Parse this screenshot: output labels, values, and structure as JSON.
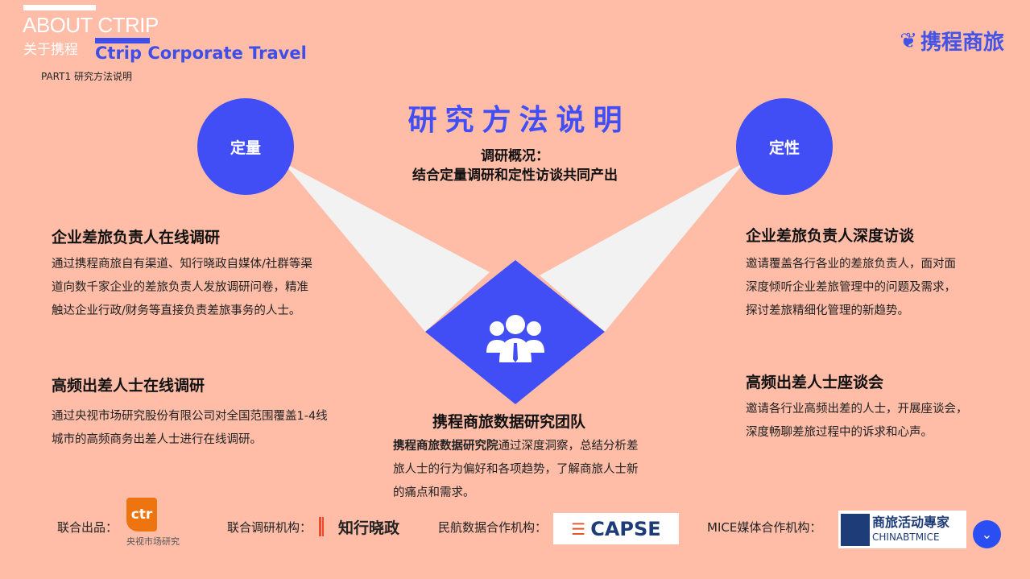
{
  "header": {
    "about": "ABOUT CTRIP",
    "about_cn": "关于携程",
    "brand": "Ctrip Corporate Travel",
    "part": "PART1",
    "part_title": "研究方法说明",
    "logo": "携程商旅"
  },
  "main": {
    "title": "研究方法说明",
    "subtitle_1": "调研概况：",
    "subtitle_2": "结合定量调研和定性访谈共同产出",
    "left_circle": "定量",
    "right_circle": "定性",
    "left": [
      {
        "heading": "企业差旅负责人在线调研",
        "lines": [
          "通过携程商旅自有渠道、知行晓政自媒体/社群等渠",
          "道向数千家企业的差旅负责人发放调研问卷，精准",
          "触达企业行政/财务等直接负责差旅事务的人士。"
        ]
      },
      {
        "heading": "高频出差人士在线调研",
        "lines": [
          "通过央视市场研究股份有限公司对全国范围覆盖1-4线",
          "城市的高频商务出差人士进行在线调研。"
        ]
      }
    ],
    "right": [
      {
        "heading": "企业差旅负责人深度访谈",
        "lines": [
          "邀请覆盖各行各业的差旅负责人，面对面",
          "深度倾听企业差旅管理中的问题及需求，",
          "探讨差旅精细化管理的新趋势。"
        ]
      },
      {
        "heading": "高频出差人士座谈会",
        "lines": [
          "邀请各行业高频出差的人士，开展座谈会，",
          "深度畅聊差旅过程中的诉求和心声。"
        ]
      }
    ],
    "team": {
      "heading": "携程商旅数据研究团队",
      "bold": "携程商旅数据研究院",
      "lines": [
        "通过深度洞察，总结分析差",
        "旅人士的行为偏好和各项趋势，了解商旅人士新",
        "的痛点和需求。"
      ]
    }
  },
  "footer": {
    "joint": "联合出品：",
    "ctr_logo": "ctr",
    "ctr_name": "央视市场研究",
    "research": "联合调研机构：",
    "zhixing": "知行晓政",
    "aviation": "民航数据合作机构：",
    "capse": "CAPSE",
    "mice": "MICE媒体合作机构：",
    "mice_logo_1": "商旅活动專家",
    "mice_logo_2": "CHINABTMICE"
  },
  "colors": {
    "background": "#FFBDA8",
    "accent": "#414DF5",
    "beam": "#F2F2F2"
  },
  "icons": {
    "team": "people-group-icon",
    "scroll": "chevron-down-icon"
  }
}
